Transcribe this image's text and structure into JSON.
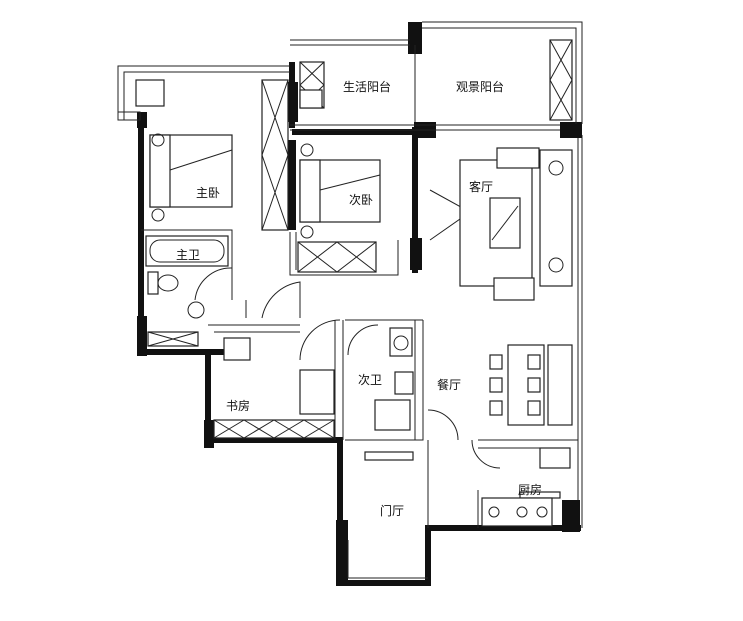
{
  "plan": {
    "rooms": {
      "living_balcony_util": "生活阳台",
      "view_balcony": "观景阳台",
      "master_bedroom": "主卧",
      "second_bedroom": "次卧",
      "living_room": "客厅",
      "master_bath": "主卫",
      "second_bath": "次卫",
      "dining_room": "餐厅",
      "study": "书房",
      "kitchen": "厨房",
      "entry_hall": "门厅"
    }
  }
}
